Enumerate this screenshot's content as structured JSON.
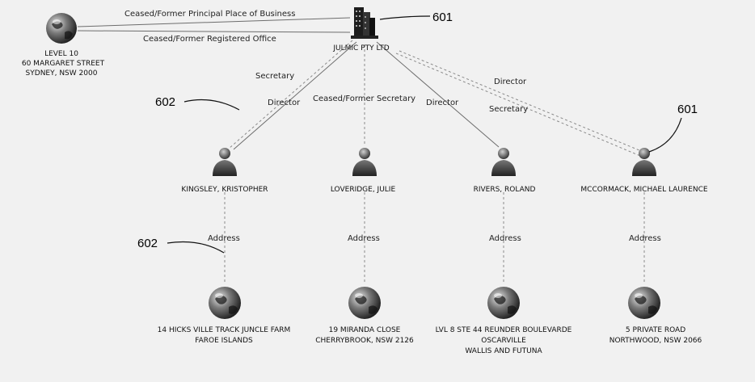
{
  "company": {
    "name": "JULMIC PTY LTD"
  },
  "office": {
    "lines": [
      "LEVEL 10",
      "60 MARGARET STREET",
      "SYDNEY, NSW 2000"
    ]
  },
  "edges": {
    "principal_place": "Ceased/Former Principal Place of Business",
    "registered_office": "Ceased/Former Registered Office",
    "secretary_1": "Secretary",
    "director_1": "Director",
    "former_secretary": "Ceased/Former Secretary",
    "director_2": "Director",
    "director_3": "Director",
    "secretary_2": "Secretary"
  },
  "people": [
    {
      "name": "KINGSLEY, KRISTOPHER",
      "edge": "Address",
      "address": [
        "14 HICKS VILLE TRACK JUNCLE FARM",
        "FAROE ISLANDS"
      ]
    },
    {
      "name": "LOVERIDGE, JULIE",
      "edge": "Address",
      "address": [
        "19 MIRANDA CLOSE",
        "CHERRYBROOK, NSW 2126"
      ]
    },
    {
      "name": "RIVERS, ROLAND",
      "edge": "Address",
      "address": [
        "LVL 8 STE 44 REUNDER BOULEVARDE",
        "OSCARVILLE",
        "WALLIS AND FUTUNA"
      ]
    },
    {
      "name": "MCCORMACK, MICHAEL LAURENCE",
      "edge": "Address",
      "address": [
        "5 PRIVATE ROAD",
        "NORTHWOOD, NSW 2066"
      ]
    }
  ],
  "refs": {
    "r601_top": "601",
    "r601_right": "601",
    "r602_top": "602",
    "r602_bottom": "602"
  }
}
